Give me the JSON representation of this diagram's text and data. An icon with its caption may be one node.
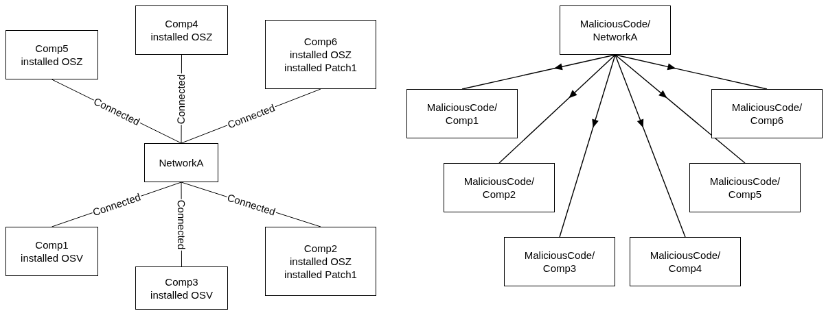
{
  "diagram": {
    "nodes": [
      {
        "text": [
          "Comp5",
          "installed OSZ"
        ]
      },
      {
        "text": [
          "Comp4",
          "installed OSZ"
        ]
      },
      {
        "text": [
          "Comp6",
          "installed OSZ",
          "installed Patch1"
        ]
      },
      {
        "text": [
          "NetworkA"
        ]
      },
      {
        "text": [
          "Comp1",
          "installed OSV"
        ]
      },
      {
        "text": [
          "Comp3",
          "installed OSV"
        ]
      },
      {
        "text": [
          "Comp2",
          "installed OSZ",
          "installed Patch1"
        ]
      },
      {
        "text": [
          "MaliciousCode/",
          "NetworkA"
        ]
      },
      {
        "text": [
          "MaliciousCode/",
          "Comp1"
        ]
      },
      {
        "text": [
          "MaliciousCode/",
          "Comp6"
        ]
      },
      {
        "text": [
          "MaliciousCode/",
          "Comp2"
        ]
      },
      {
        "text": [
          "MaliciousCode/",
          "Comp5"
        ]
      },
      {
        "text": [
          "MaliciousCode/",
          "Comp3"
        ]
      },
      {
        "text": [
          "MaliciousCode/",
          "Comp4"
        ]
      }
    ],
    "edges": [
      {
        "from": 0,
        "to": 3,
        "arrow": "none",
        "label": "Connected"
      },
      {
        "from": 1,
        "to": 3,
        "arrow": "none",
        "label": "Connected"
      },
      {
        "from": 2,
        "to": 3,
        "arrow": "none",
        "label": "Connected"
      },
      {
        "from": 3,
        "to": 4,
        "arrow": "none",
        "label": "Connected"
      },
      {
        "from": 3,
        "to": 5,
        "arrow": "none",
        "label": "Connected"
      },
      {
        "from": 3,
        "to": 6,
        "arrow": "none",
        "label": "Connected"
      },
      {
        "from": 7,
        "to": 8,
        "arrow": "to"
      },
      {
        "from": 7,
        "to": 10,
        "arrow": "to"
      },
      {
        "from": 7,
        "to": 12,
        "arrow": "to"
      },
      {
        "from": 7,
        "to": 13,
        "arrow": "to"
      },
      {
        "from": 7,
        "to": 11,
        "arrow": "to"
      },
      {
        "from": 7,
        "to": 9,
        "arrow": "to"
      }
    ]
  }
}
